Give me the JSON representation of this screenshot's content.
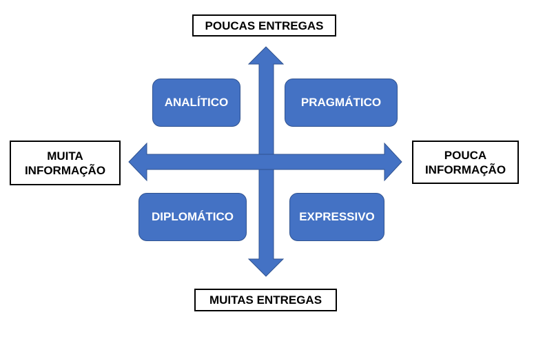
{
  "colors": {
    "accent": "#4472c4",
    "accent_border": "#2f528f",
    "box_border": "#000000"
  },
  "axis_labels": {
    "top": "POUCAS ENTREGAS",
    "bottom": "MUITAS ENTREGAS",
    "left": [
      "MUITA",
      "INFORMAÇÃO"
    ],
    "right": [
      "POUCA",
      "INFORMAÇÃO"
    ]
  },
  "quadrants": {
    "top_left": "ANALÍTICO",
    "top_right": "PRAGMÁTICO",
    "bottom_left": "DIPLOMÁTICO",
    "bottom_right": "EXPRESSIVO"
  }
}
